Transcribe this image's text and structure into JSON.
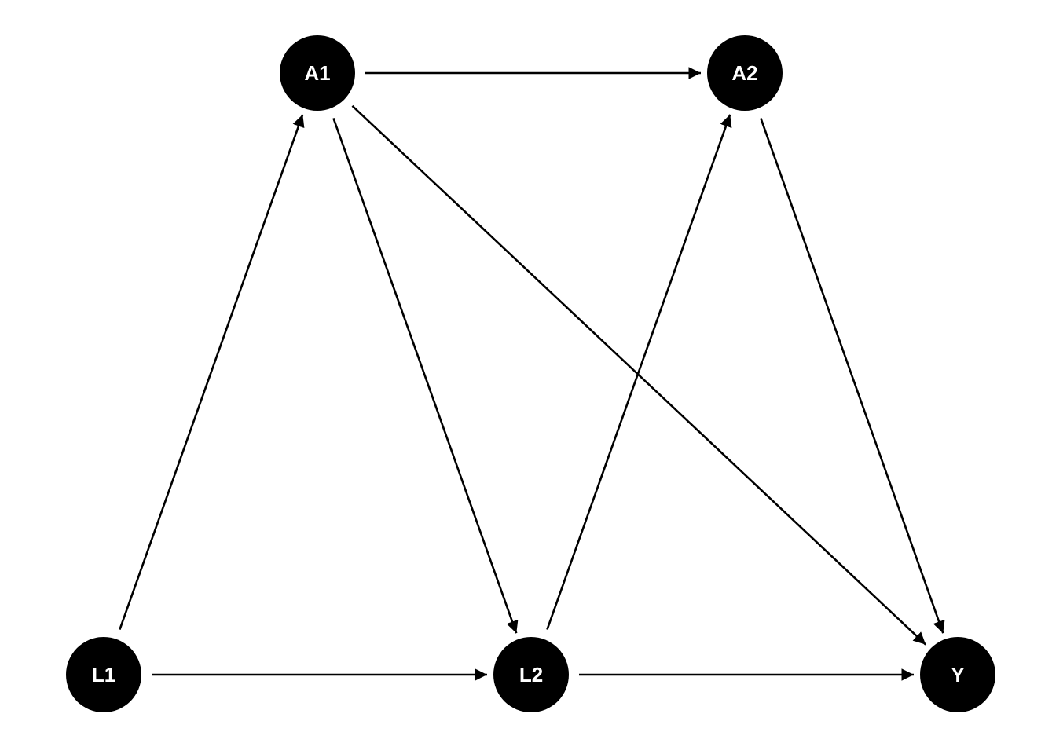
{
  "graph": {
    "nodes": [
      {
        "id": "A1",
        "label": "A1"
      },
      {
        "id": "A2",
        "label": "A2"
      },
      {
        "id": "L1",
        "label": "L1"
      },
      {
        "id": "L2",
        "label": "L2"
      },
      {
        "id": "Y",
        "label": "Y"
      }
    ],
    "edges": [
      {
        "from": "L1",
        "to": "A1"
      },
      {
        "from": "L1",
        "to": "L2"
      },
      {
        "from": "A1",
        "to": "A2"
      },
      {
        "from": "A1",
        "to": "L2"
      },
      {
        "from": "A1",
        "to": "Y"
      },
      {
        "from": "A2",
        "to": "Y"
      },
      {
        "from": "L2",
        "to": "A2"
      },
      {
        "from": "L2",
        "to": "Y"
      }
    ],
    "node_color": "#000000",
    "label_color": "#ffffff",
    "edge_color": "#000000"
  }
}
